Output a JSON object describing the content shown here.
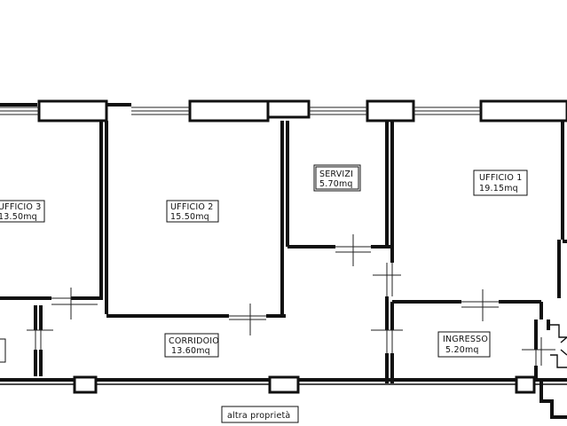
{
  "rooms": [
    {
      "id": "ufficio3",
      "name": "UFFICIO 3",
      "area": "13.50mq"
    },
    {
      "id": "ufficio2",
      "name": "UFFICIO 2",
      "area": "15.50mq"
    },
    {
      "id": "servizi",
      "name": "SERVIZI",
      "area": "5.70mq"
    },
    {
      "id": "ufficio1",
      "name": "UFFICIO 1",
      "area": "19.15mq"
    },
    {
      "id": "corridoio",
      "name": "CORRIDOIO",
      "area": "13.60mq"
    },
    {
      "id": "ingresso",
      "name": "INGRESSO",
      "area": "5.20mq"
    }
  ],
  "neighbour_label": "altra proprietà"
}
